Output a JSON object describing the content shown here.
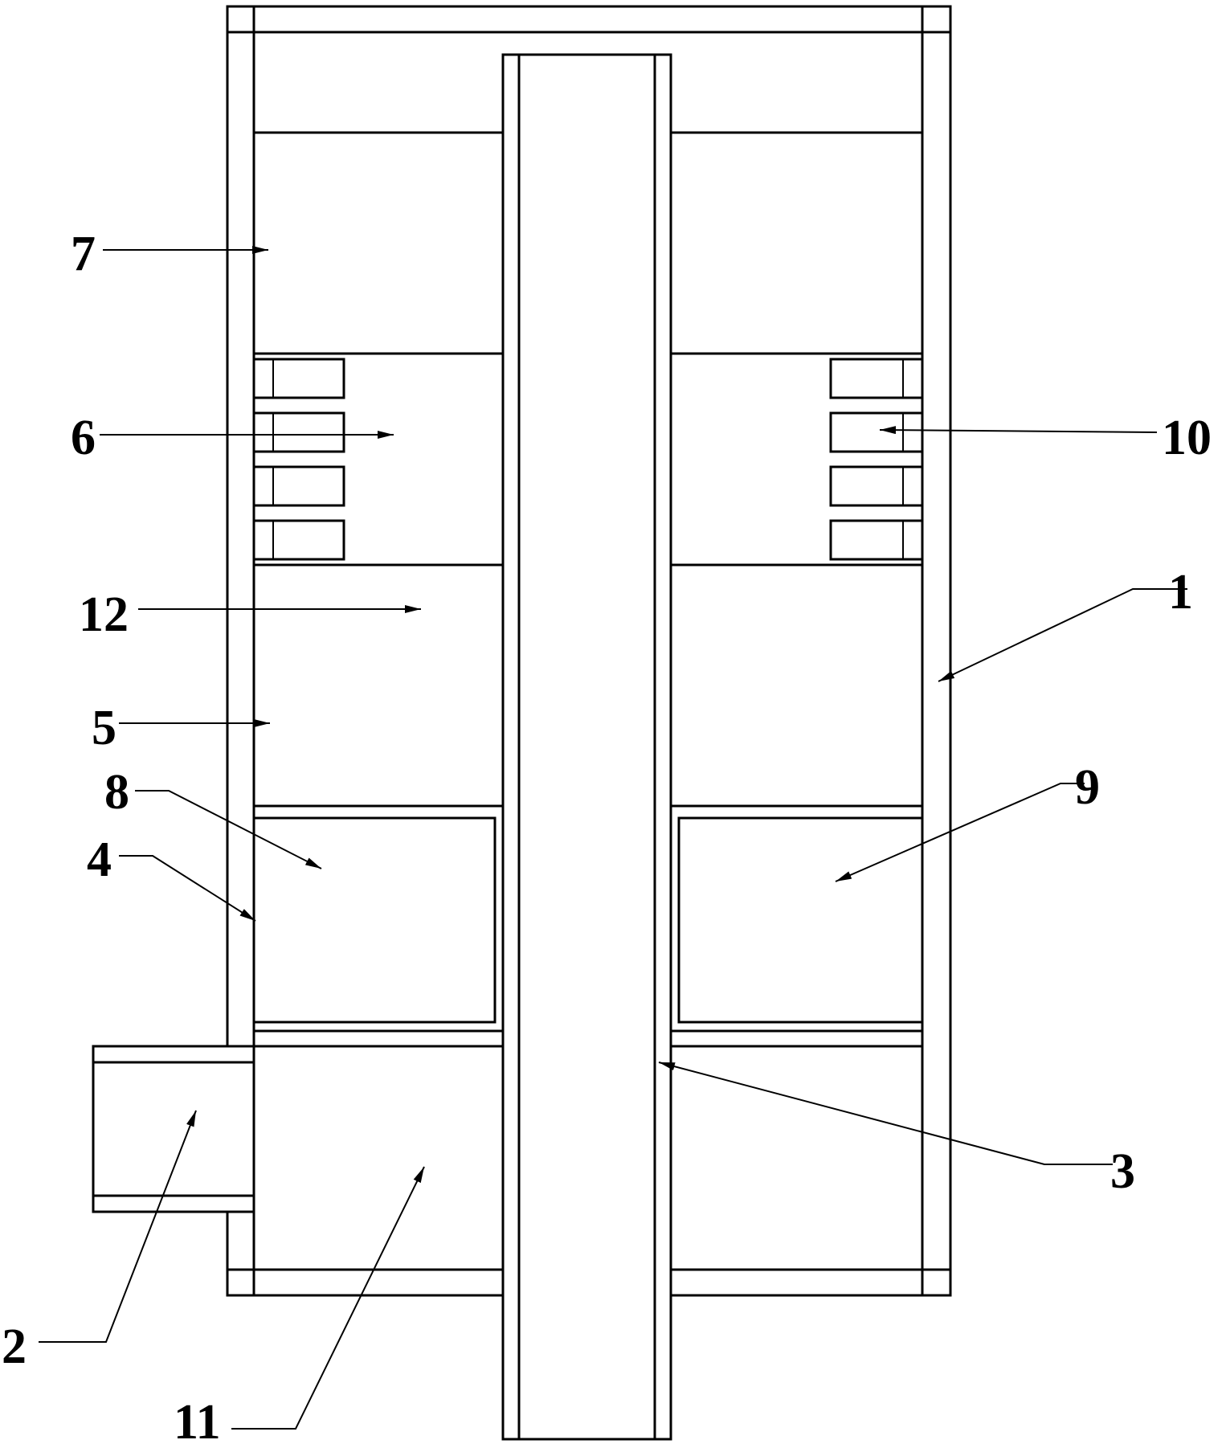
{
  "diagram": {
    "callouts": [
      {
        "id": "1",
        "label": "1"
      },
      {
        "id": "2",
        "label": "2"
      },
      {
        "id": "3",
        "label": "3"
      },
      {
        "id": "4",
        "label": "4"
      },
      {
        "id": "5",
        "label": "5"
      },
      {
        "id": "6",
        "label": "6"
      },
      {
        "id": "7",
        "label": "7"
      },
      {
        "id": "8",
        "label": "8"
      },
      {
        "id": "9",
        "label": "9"
      },
      {
        "id": "10",
        "label": "10"
      },
      {
        "id": "11",
        "label": "11"
      },
      {
        "id": "12",
        "label": "12"
      }
    ]
  }
}
